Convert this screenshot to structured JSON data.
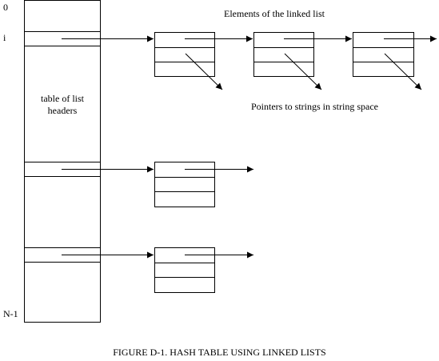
{
  "colors": {
    "ink": "#000000",
    "background": "#ffffff"
  },
  "table": {
    "index_first": "0",
    "index_i": "i",
    "index_last": "N-1",
    "label_line1": "table of list",
    "label_line2": "headers"
  },
  "annotations": {
    "elements_label": "Elements of the linked list",
    "pointers_label": "Pointers to strings in string space"
  },
  "caption": "FIGURE D-1.  HASH TABLE USING LINKED LISTS"
}
